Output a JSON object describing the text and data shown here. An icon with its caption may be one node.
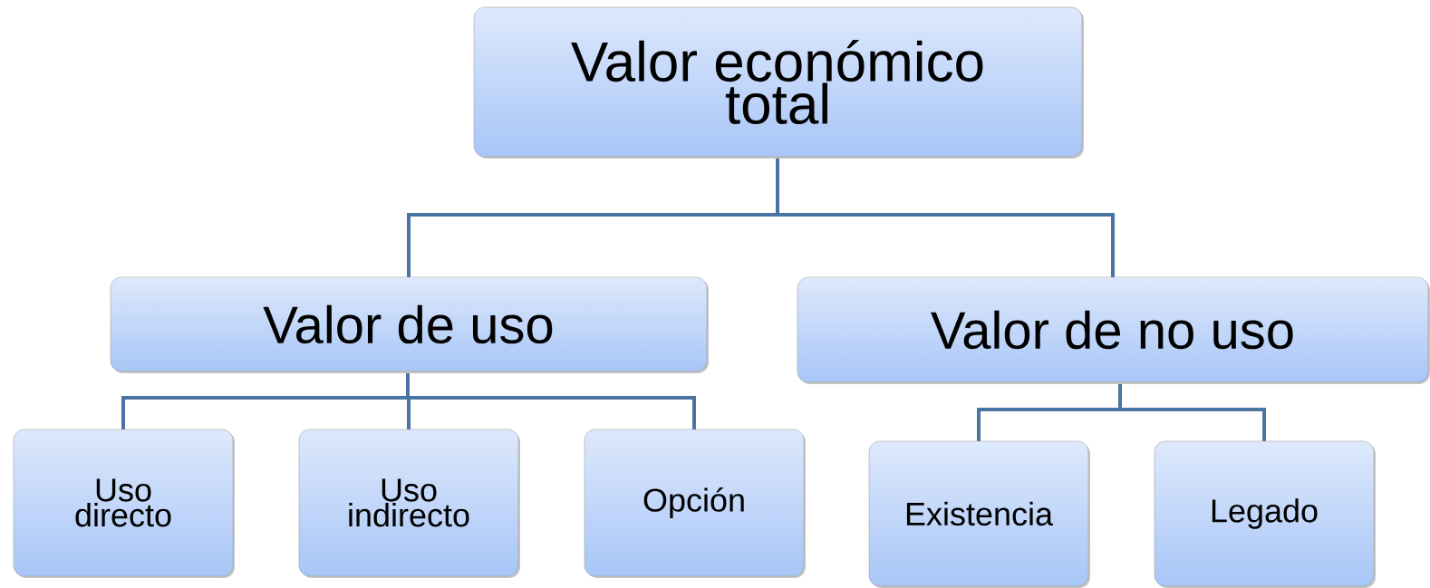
{
  "diagram": {
    "nodes": [
      {
        "text": [
          "Valor económico total"
        ]
      },
      {
        "text": [
          "Valor de uso"
        ]
      },
      {
        "text": [
          "Valor de no uso"
        ]
      },
      {
        "text": [
          "Uso directo"
        ]
      },
      {
        "text": [
          "Uso indirecto"
        ]
      },
      {
        "text": [
          "Opción"
        ]
      },
      {
        "text": [
          "Existencia"
        ]
      },
      {
        "text": [
          "Legado"
        ]
      }
    ],
    "edges": [
      {
        "from": 0,
        "to": 1,
        "arrow": "none"
      },
      {
        "from": 0,
        "to": 2,
        "arrow": "none"
      },
      {
        "from": 1,
        "to": 3,
        "arrow": "none"
      },
      {
        "from": 1,
        "to": 4,
        "arrow": "none"
      },
      {
        "from": 1,
        "to": 5,
        "arrow": "none"
      },
      {
        "from": 2,
        "to": 6,
        "arrow": "none"
      },
      {
        "from": 2,
        "to": 7,
        "arrow": "none"
      }
    ]
  }
}
